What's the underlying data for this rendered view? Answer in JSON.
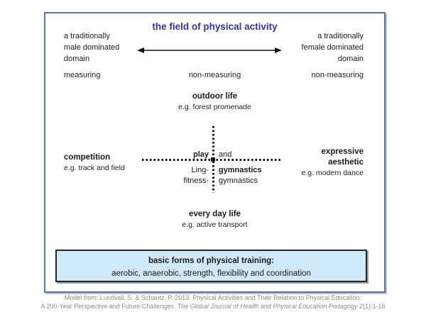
{
  "title": "the field of physical activity",
  "top": {
    "left": [
      "a traditionally",
      "male dominated",
      "domain"
    ],
    "right": [
      "a traditionally",
      "female dominated",
      "domain"
    ]
  },
  "measuring_row": {
    "left": "measuring",
    "center": "non-measuring",
    "right": "non-measuring"
  },
  "quadrants": {
    "top": {
      "label": "outdoor life",
      "example": "e.g. forest promenade"
    },
    "left": {
      "label": "competition",
      "example": "e.g. track and field"
    },
    "right": {
      "label_line1": "expressive",
      "label_line2": "aesthetic",
      "example": "e.g. modern dance"
    },
    "bottom": {
      "label": "every day life",
      "example": "e.g. active transport"
    }
  },
  "center": {
    "rows": [
      {
        "left": "play",
        "right": "and"
      },
      {
        "left": "Ling-",
        "right": "gymnastics"
      },
      {
        "left": "fitness-",
        "right": "gymnastics"
      }
    ]
  },
  "training_box": {
    "title": "basic forms of physical training:",
    "items": "aerobic, anaerobic, strength, flexibility and coordination"
  },
  "caption": {
    "line1": "Model from: Lundvall, S. & Schantz, P. 2013. Physical Activities and Their Relation to Physical Education:",
    "line2_regular": "A 200-Year Perspective and Future Challenges. ",
    "line2_italic": "The Global Journal of Health and Physical Education Pedagogy",
    "line2_suffix": " 2(1):1-16"
  },
  "colors": {
    "title": "#333399",
    "frame_border": "#54789e",
    "training_box_fill": "#cfe9f8",
    "training_box_border": "#262626",
    "caption_text": "#8c8c8c"
  }
}
